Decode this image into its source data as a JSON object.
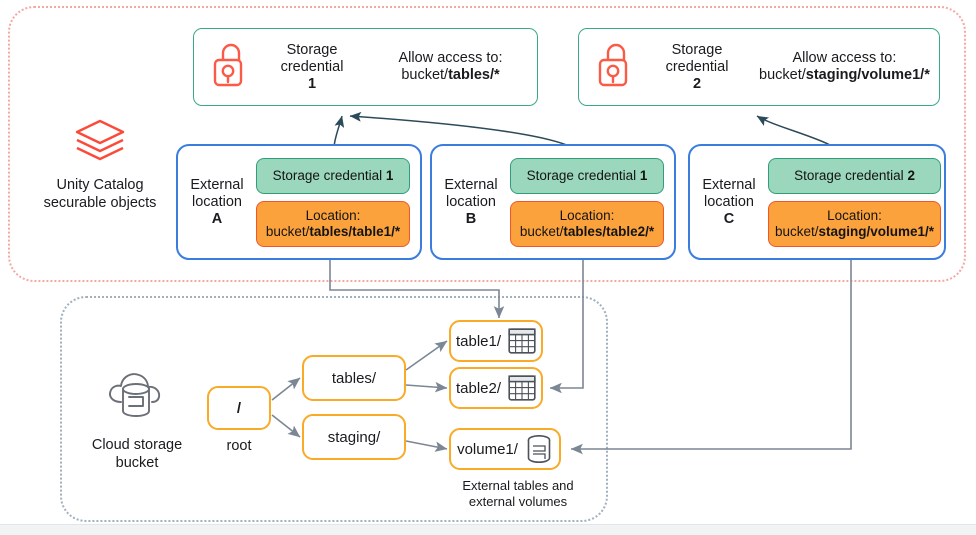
{
  "regions": {
    "unity_catalog": {
      "legend_line1": "Unity Catalog",
      "legend_line2": "securable objects",
      "icon": "databricks-layers-icon",
      "border_color": "#f3a9a1"
    },
    "cloud_storage": {
      "legend_line1": "Cloud storage",
      "legend_line2": "bucket",
      "icon": "cloud-database-icon",
      "border_color": "#9fb0bf"
    }
  },
  "credentials": [
    {
      "icon": "open-padlock-icon",
      "title_line1": "Storage",
      "title_line2": "credential",
      "number": "1",
      "allow_label": "Allow access to:",
      "allow_prefix": "bucket/",
      "allow_path": "tables/*"
    },
    {
      "icon": "open-padlock-icon",
      "title_line1": "Storage",
      "title_line2": "credential",
      "number": "2",
      "allow_label": "Allow access to:",
      "allow_prefix": "bucket/",
      "allow_path": "staging/volume1/*"
    }
  ],
  "external_locations": [
    {
      "label_line1": "External",
      "label_line2": "location",
      "name": "A",
      "credential_prefix": "Storage credential ",
      "credential_number": "1",
      "location_label": "Location:",
      "location_prefix": "bucket/",
      "location_path": "tables/table1/*"
    },
    {
      "label_line1": "External",
      "label_line2": "location",
      "name": "B",
      "credential_prefix": "Storage credential ",
      "credential_number": "1",
      "location_label": "Location:",
      "location_prefix": "bucket/",
      "location_path": "tables/table2/*"
    },
    {
      "label_line1": "External",
      "label_line2": "location",
      "name": "C",
      "credential_prefix": "Storage credential ",
      "credential_number": "2",
      "location_label": "Location:",
      "location_prefix": "bucket/",
      "location_path": "staging/volume1/*"
    }
  ],
  "bucket_tree": {
    "root": {
      "label": "/",
      "sublabel": "root"
    },
    "folders": [
      {
        "label": "tables/"
      },
      {
        "label": "staging/"
      }
    ],
    "leaves": [
      {
        "label": "table1/",
        "icon": "table-grid-icon"
      },
      {
        "label": "table2/",
        "icon": "table-grid-icon"
      },
      {
        "label": "volume1/",
        "icon": "volume-cylinder-icon"
      }
    ],
    "caption_line1": "External tables and",
    "caption_line2": "external volumes"
  },
  "colors": {
    "green_fill": "#9ad7bd",
    "green_border": "#2f9f79",
    "orange_fill": "#fba23c",
    "orange_border": "#f2552c",
    "blue_border": "#3b7ddd",
    "yellow_border": "#f9ab28",
    "credential_border": "#3aa98a",
    "lock_red": "#fb5b46",
    "connector_gray": "#7b8794",
    "connector_dark": "#2d4a5a"
  }
}
